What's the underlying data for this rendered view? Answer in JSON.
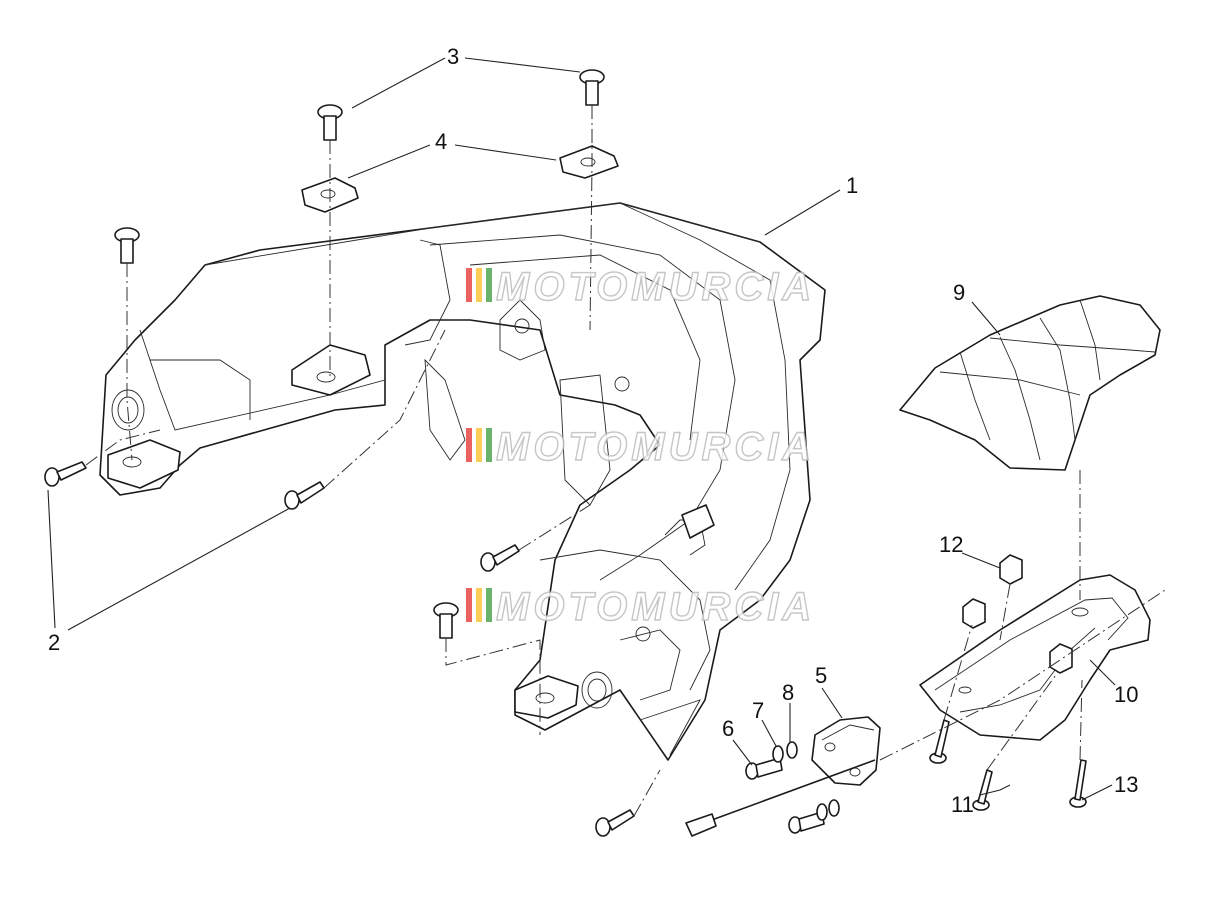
{
  "watermark": {
    "text": "MOTOMURCIA",
    "colors": [
      "#e53935",
      "#fbc02d",
      "#43a047"
    ]
  },
  "callouts": [
    "1",
    "2",
    "3",
    "4",
    "5",
    "6",
    "7",
    "8",
    "9",
    "10",
    "11",
    "12",
    "13"
  ]
}
